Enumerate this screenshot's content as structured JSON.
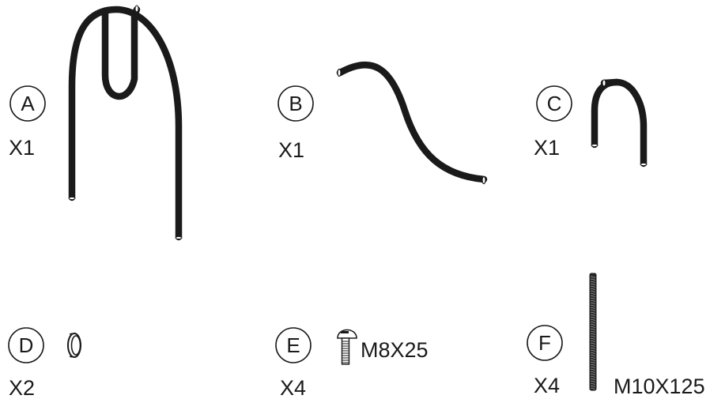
{
  "parts": [
    {
      "letter": "A",
      "qty": "X1"
    },
    {
      "letter": "B",
      "qty": "X1"
    },
    {
      "letter": "C",
      "qty": "X1"
    },
    {
      "letter": "D",
      "qty": "X2"
    },
    {
      "letter": "E",
      "qty": "X4",
      "spec": "M8X25"
    },
    {
      "letter": "F",
      "qty": "X4",
      "spec": "M10X125"
    }
  ],
  "colors": {
    "line": "#1a1a1a",
    "background": "#ffffff"
  },
  "icons": [
    "frame-tube-a-icon",
    "curved-tube-b-icon",
    "hook-tube-c-icon",
    "ring-spacer-d-icon",
    "bolt-m8x25-icon",
    "threaded-rod-m10x125-icon"
  ]
}
